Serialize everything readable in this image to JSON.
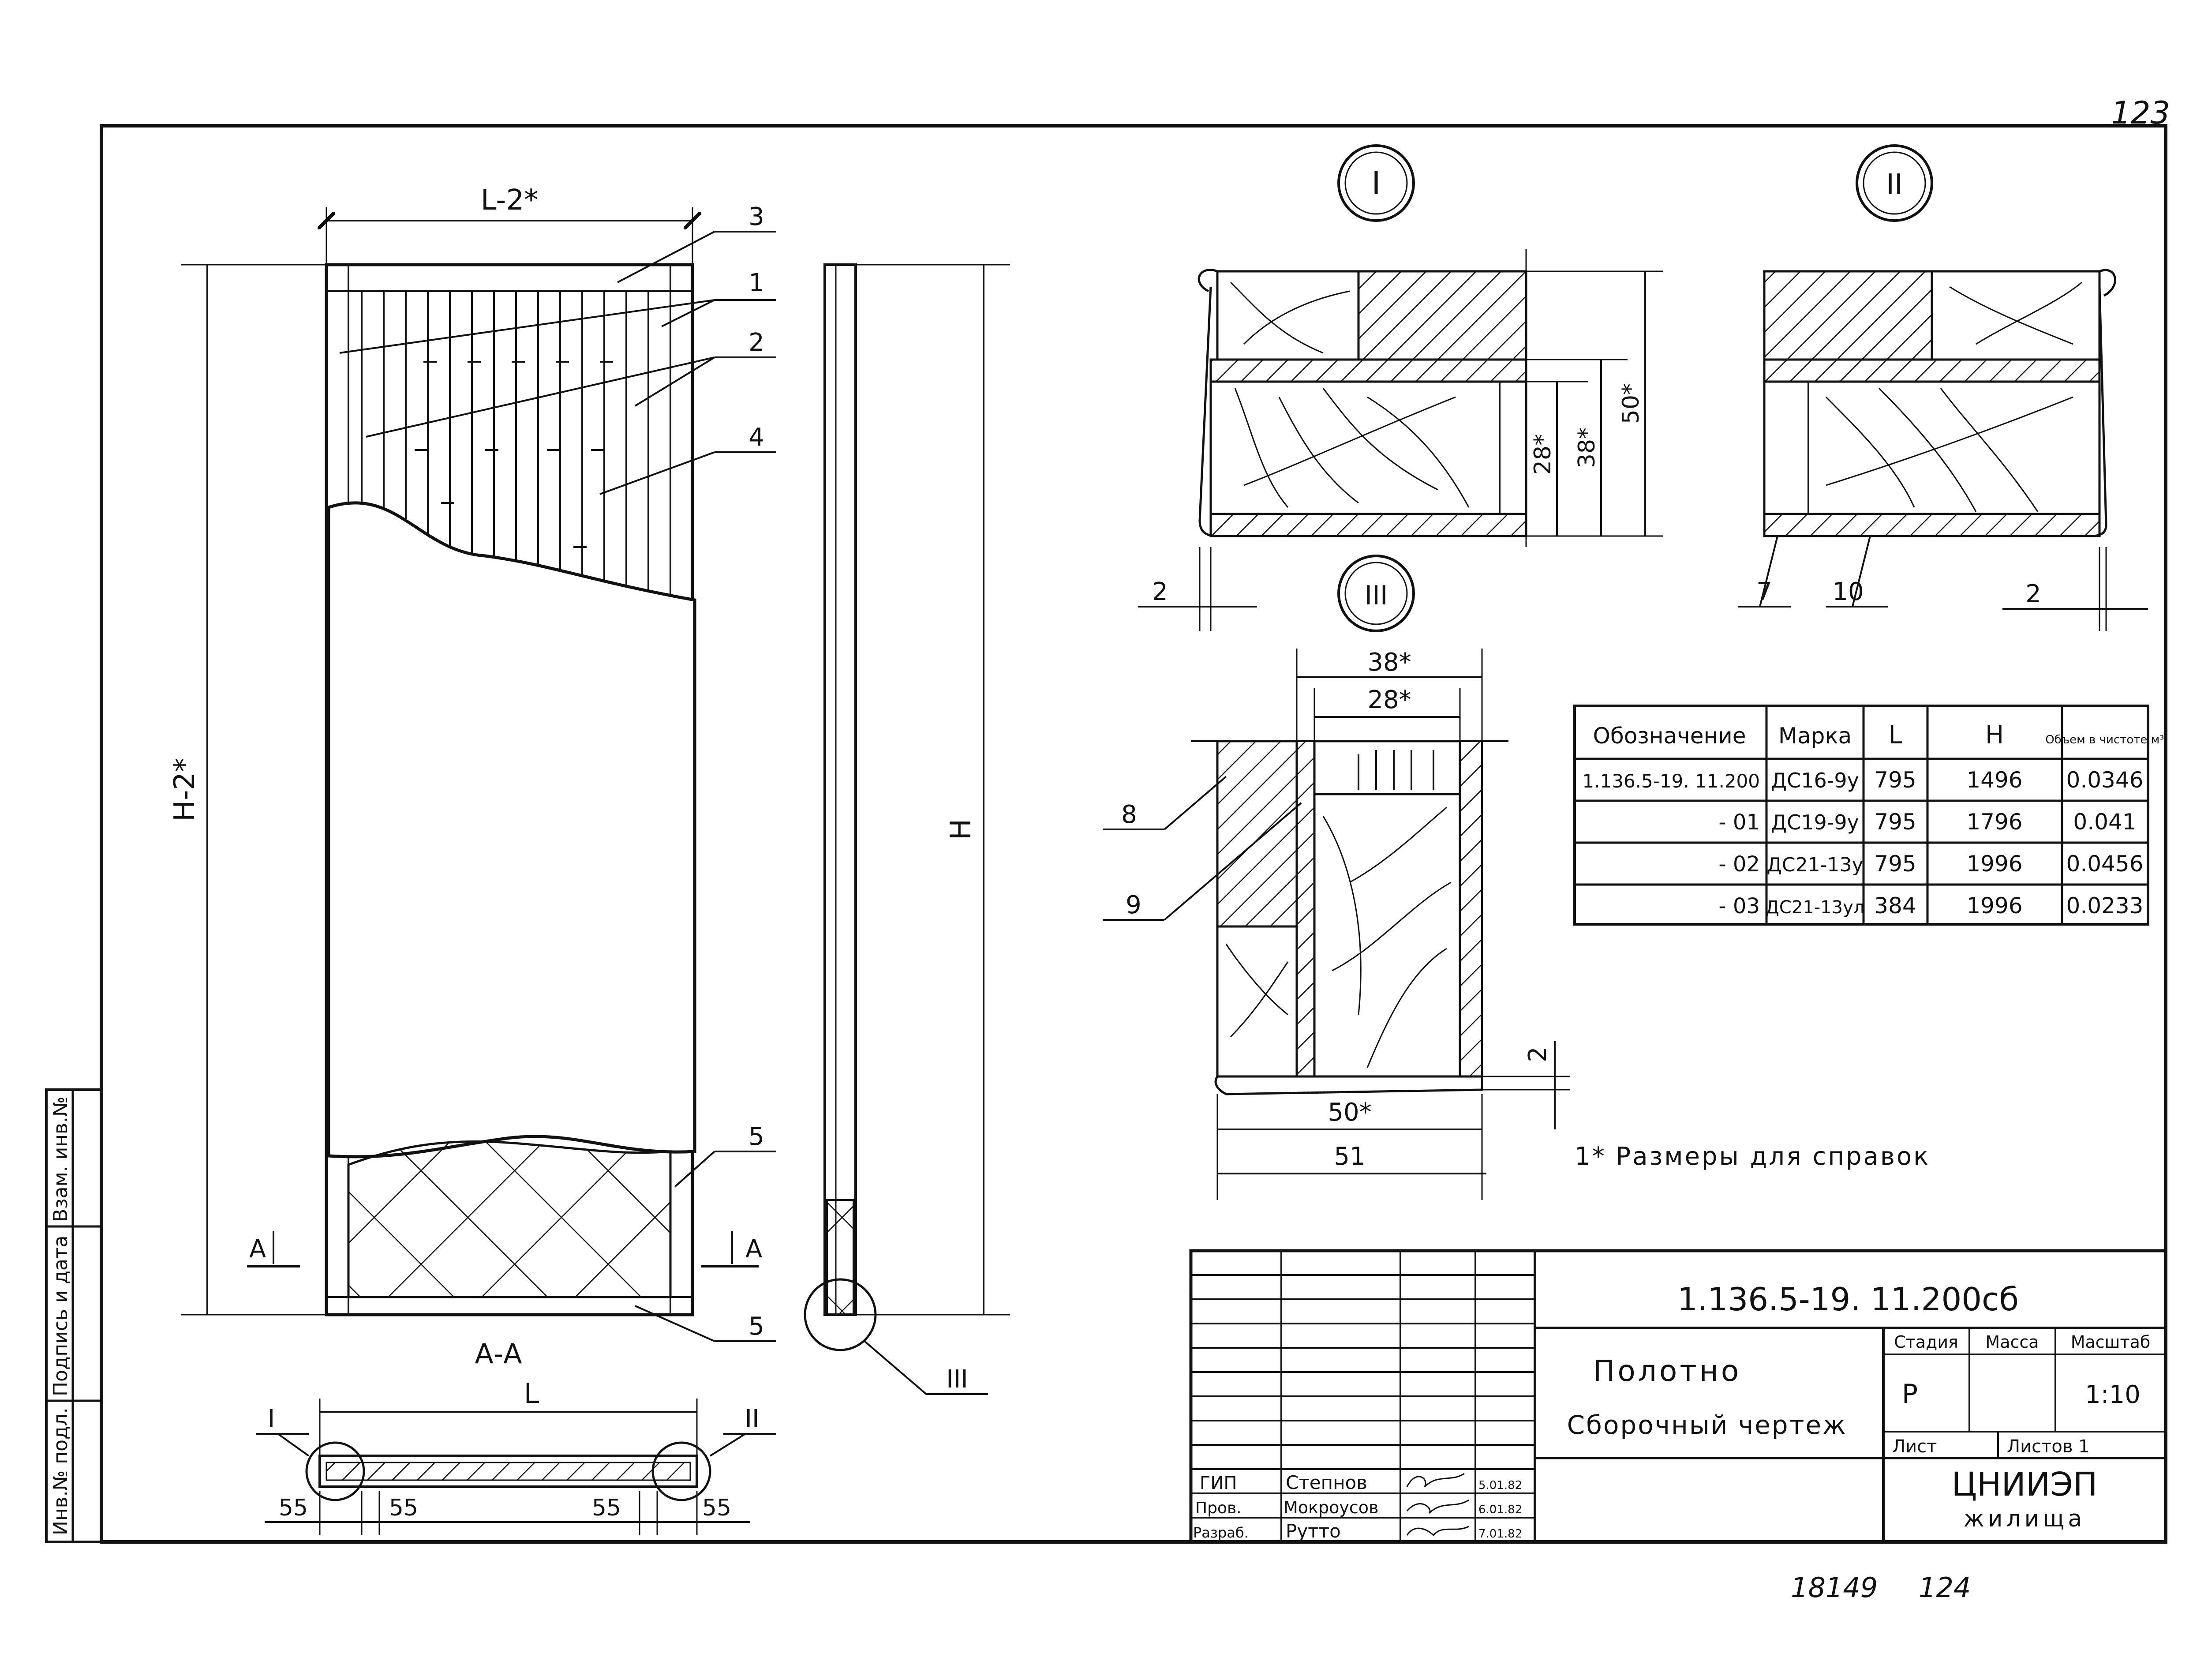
{
  "page": {
    "page_number": "123",
    "footer_left": "18149",
    "footer_right": "124",
    "footnote": "1* Размеры для справок"
  },
  "side_stamp": [
    "Инв.№ подл.",
    "Подпись и дата",
    "Взам. инв.№"
  ],
  "front_view": {
    "dim_top": "L-2*",
    "dim_left": "H-2*",
    "callouts": [
      "3",
      "1",
      "2",
      "4",
      "5",
      "5"
    ],
    "section_mark": "А",
    "section_mark_right": "А"
  },
  "side_view": {
    "dim_h": "H",
    "detail": "III"
  },
  "section_aa": {
    "title": "А-А",
    "dim_l": "L",
    "dims": [
      "55",
      "55",
      "55",
      "55"
    ],
    "detail_left": "I",
    "detail_right": "II"
  },
  "detail_1": {
    "label": "I",
    "dims": [
      "28*",
      "38*",
      "50*"
    ],
    "gap": "2"
  },
  "detail_2": {
    "label": "II",
    "callouts": [
      "7",
      "10"
    ],
    "gap": "2"
  },
  "detail_3": {
    "label": "III",
    "dims_top": [
      "38*",
      "28*"
    ],
    "callouts": [
      "8",
      "9"
    ],
    "gap": "2",
    "dims_bottom": [
      "50*",
      "51"
    ]
  },
  "spec_table": {
    "headers": [
      "Обозначение",
      "Марка",
      "L",
      "H",
      "Объем в чистоте м³"
    ],
    "rows": [
      [
        "1.136.5-19. 11.200",
        "ДС16-9у",
        "795",
        "1496",
        "0.0346"
      ],
      [
        "- 01",
        "ДС19-9у",
        "795",
        "1796",
        "0.041"
      ],
      [
        "- 02",
        "ДС21-13у",
        "795",
        "1996",
        "0.0456"
      ],
      [
        "- 03",
        "ДС21-13ул",
        "384",
        "1996",
        "0.0233"
      ]
    ]
  },
  "title_block": {
    "doc_code": "1.136.5-19. 11.200сб",
    "name_line1": "Полотно",
    "name_line2": "Сборочный чертеж",
    "stage_label": "Стадия",
    "mass_label": "Масса",
    "scale_label": "Масштаб",
    "stage": "Р",
    "scale": "1:10",
    "sheet_label": "Лист",
    "sheets_label": "Листов 1",
    "org_line1": "ЦНИИЭП",
    "org_line2": "жилища",
    "signers": [
      {
        "role": "ГИП",
        "name": "Степнов",
        "date": "5.01.82"
      },
      {
        "role": "Пров.",
        "name": "Мокроусов",
        "date": "6.01.82"
      },
      {
        "role": "Разраб.",
        "name": "Рутто",
        "date": "7.01.82"
      }
    ]
  }
}
